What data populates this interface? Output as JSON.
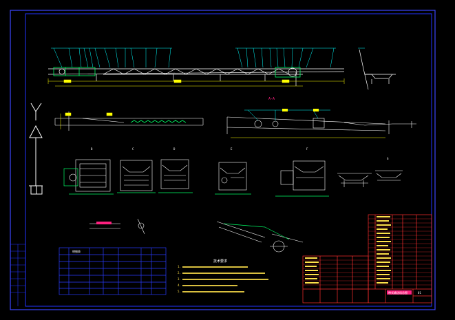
{
  "colors": {
    "background": "#000000",
    "border": "#3c46ff",
    "frame": "#2233ff",
    "geometry": "#ffffff",
    "geometry_accent": "#00ff66",
    "leader": "#00ffff",
    "dimension": "#ffff00",
    "title_block": "#ff3030",
    "table": "#2a3cff",
    "note_text": "#ffe14a",
    "highlight": "#ff2080"
  },
  "labels": {
    "main_view_caption": "A-A",
    "section_b": "B",
    "section_c": "C",
    "section_d": "D",
    "section_e": "E",
    "section_f": "F",
    "section_g": "G",
    "notes_title": "技术要求",
    "notes": [
      "1.",
      "2.",
      "3.",
      "4.",
      "5."
    ],
    "title_block_name": "带式输送机总图",
    "title_block_no": "01",
    "table_header": "明细表"
  },
  "icons": {
    "north_arrow": "direction-arrow-icon",
    "y_axis": "y-axis-symbol-icon"
  }
}
